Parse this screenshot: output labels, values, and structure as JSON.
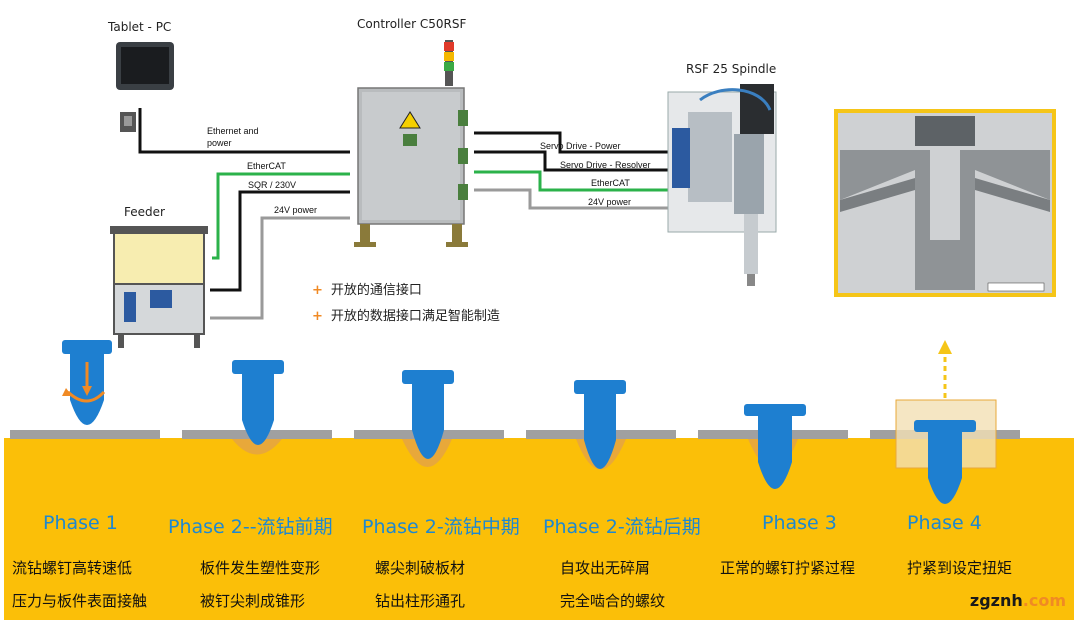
{
  "devices": {
    "tablet_label": "Tablet - PC",
    "controller_label": "Controller C50RSF",
    "spindle_label": "RSF 25 Spindle",
    "feeder_label": "Feeder"
  },
  "wires": {
    "ethernet_power": "Ethernet and power",
    "ethercat_left": "EtherCAT",
    "sqr_230v": "SQR / 230V",
    "power_24v_left": "24V power",
    "servo_power": "Servo Drive - Power",
    "servo_resolver": "Servo Drive - Resolver",
    "ethercat_right": "EtherCAT",
    "power_24v_right": "24V power"
  },
  "bullets": [
    "开放的通信接口",
    "开放的数据接口满足智能制造"
  ],
  "phases": [
    {
      "title": "Phase 1",
      "line1": "流钻螺钉高转速低",
      "line2": "压力与板件表面接触"
    },
    {
      "title": "Phase 2--流钻前期",
      "line1": "板件发生塑性变形",
      "line2": "被钉尖刺成锥形"
    },
    {
      "title": "Phase 2-流钻中期",
      "line1": "螺尖刺破板材",
      "line2": "钻出柱形通孔"
    },
    {
      "title": "Phase 2-流钻后期",
      "line1": "自攻出无碎屑",
      "line2": "完全啮合的螺纹"
    },
    {
      "title": "Phase 3",
      "line1": "正常的螺钉拧紧过程",
      "line2": ""
    },
    {
      "title": "Phase 4",
      "line1": "拧紧到设定扭矩",
      "line2": ""
    }
  ],
  "watermark": {
    "prefix": "zgznh",
    "suffix": ".com"
  },
  "colors": {
    "ground": "#fbbf08",
    "screw": "#1e7fd0",
    "sheet": "#a0a0a0",
    "ethercat_wire": "#2bb24a",
    "phase_title": "#1e88d0",
    "callout_border": "#f5c518",
    "accent": "#f08a24"
  },
  "icons": [
    "tablet-icon",
    "controller-cabinet-icon",
    "signal-tower-icon",
    "spindle-icon",
    "feeder-icon",
    "rotation-arrow-icon",
    "lift-arrow-icon"
  ]
}
